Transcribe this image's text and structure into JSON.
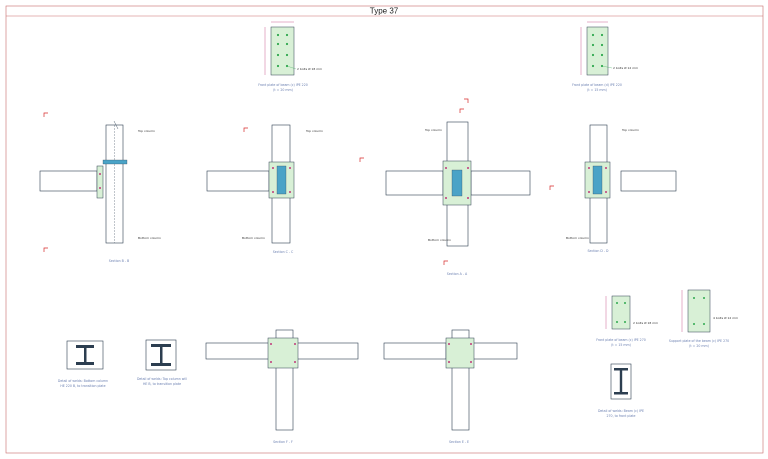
{
  "title": "Type 37",
  "views": {
    "front_plate_beam_1": {
      "caption_line1": "Front plate of beam (c) IPE 220",
      "caption_line2": "(t = 20 mm)",
      "bolts_label": "2 bolts Ø 18 mm"
    },
    "front_plate_beam_2": {
      "caption_line1": "Front plate of beam (d) IPE 220",
      "caption_line2": "(t = 15 mm)",
      "bolts_label": "2 bolts Ø 12 mm"
    },
    "section_b": {
      "caption": "Section B - B",
      "top_label": "Top column",
      "bottom_label": "Bottom column"
    },
    "section_c": {
      "caption": "Section C - C",
      "top_label": "Top column",
      "bottom_label": "Bottom column"
    },
    "section_a": {
      "caption": "Section A - A",
      "top_label": "Top column",
      "bottom_label": "Bottom column"
    },
    "section_d": {
      "caption": "Section D - D",
      "top_label": "Top column",
      "bottom_label": "Bottom column"
    },
    "section_f": {
      "caption": "Section F - F"
    },
    "section_e": {
      "caption": "Section E - E"
    },
    "detail_bottom_column": {
      "caption_line1": "Detail of welds: Bottom column",
      "caption_line2": "HE 220 B, to transition plate"
    },
    "detail_top_column": {
      "caption_line1": "Detail of welds: Top column will",
      "caption_line2": "HE B, to transition plate"
    },
    "front_plate_beam_3": {
      "caption_line1": "Front plate of beam (c) IPE 270",
      "caption_line2": "(t = 15 mm)",
      "bolts_label": "2 bolts Ø 18 mm"
    },
    "support_plate": {
      "caption_line1": "Support plate of the beam (c) IPE 270",
      "caption_line2": "(t = 20 mm)",
      "bolts_label": "4 bolts Ø 12 mm"
    },
    "detail_beam_ipe": {
      "caption_line1": "Detail of welds: Beam (c) IPE",
      "caption_line2": "270, to front plate"
    }
  },
  "colors": {
    "steel": "#2c3e50",
    "cyan": "#4aa3c7",
    "green": "#2fa84f",
    "magenta": "#c0397a",
    "red": "#d62a2a",
    "plate": "#d8f0d6"
  }
}
